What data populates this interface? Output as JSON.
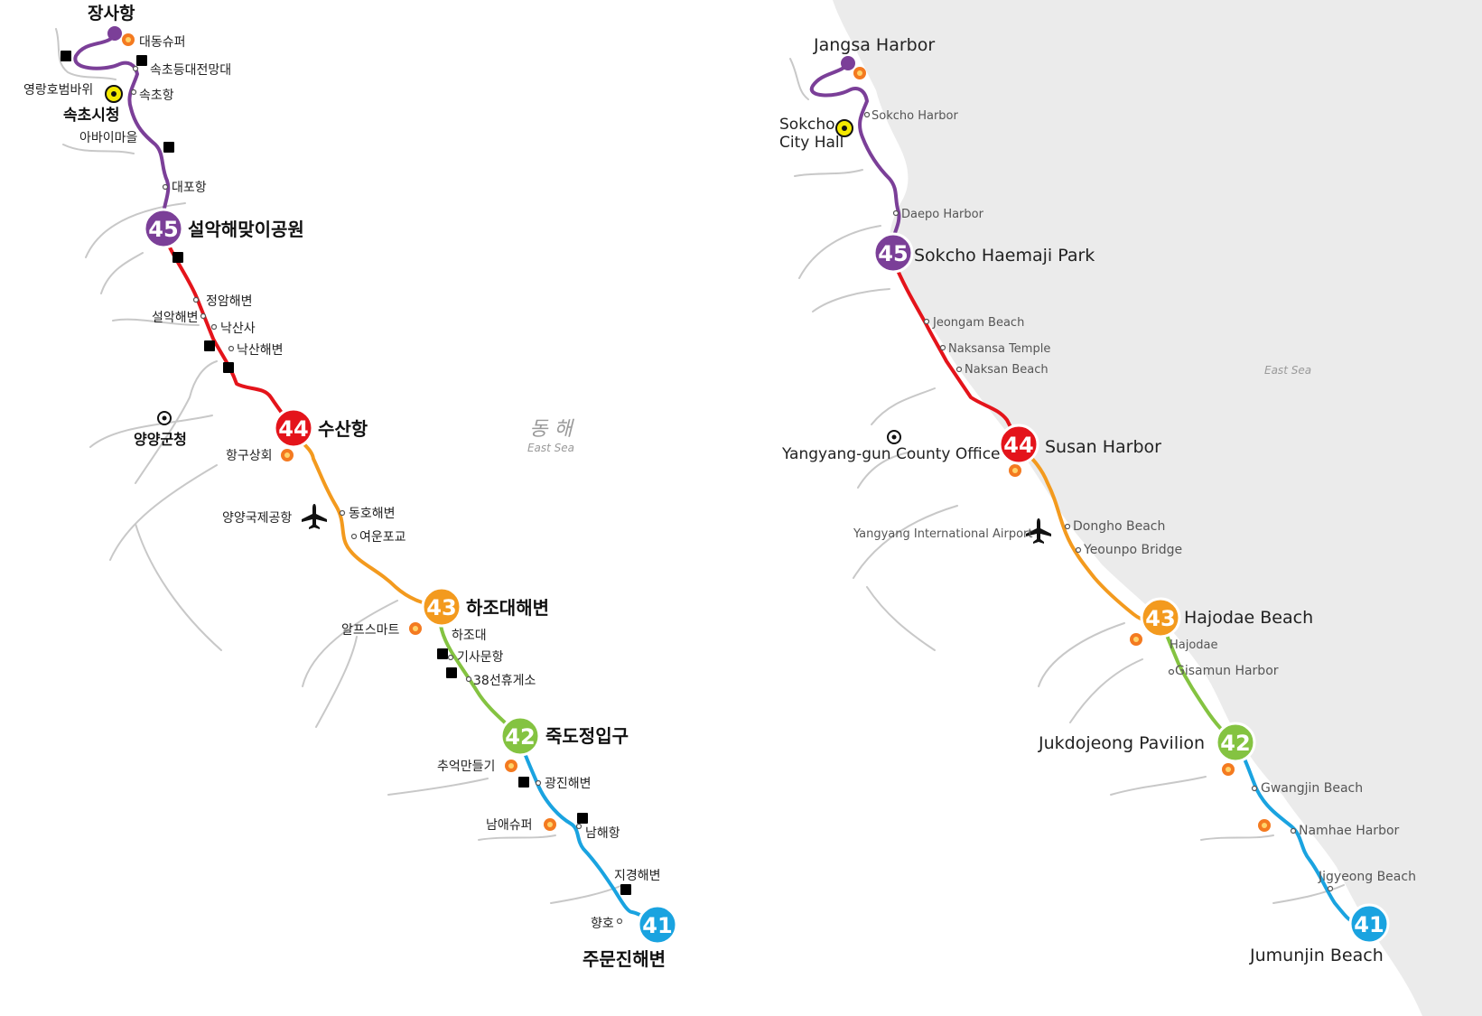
{
  "colors": {
    "purple": "#7b3f98",
    "red": "#e4141b",
    "orange": "#f39a1e",
    "green": "#84c341",
    "blue": "#1aa3e0",
    "sea": "#ebebeb",
    "terrain": "#c8c8c8",
    "shop": "#f47a20",
    "restroom": "#e0457f",
    "cityhall": "#f4e900"
  },
  "icons": [
    "airplane-icon",
    "shop-icon",
    "restroom-icon",
    "city-hall-icon",
    "county-office-icon",
    "poi-dot-icon"
  ],
  "korean": {
    "start": "장사항",
    "shop_daedong": "대동슈퍼",
    "sokcho_lighthouse": "속초등대전망대",
    "yeongnang_rock": "영랑호범바위",
    "sokcho_harbor": "속초항",
    "sokcho_cityhall": "속초시청",
    "abai_village": "아바이마을",
    "daepo_harbor": "대포항",
    "n45": "45",
    "seorak_park": "설악해맞이공원",
    "jeongam_beach": "정암해변",
    "seorak_beach": "설악해변",
    "naksansa": "낙산사",
    "naksan_beach": "낙산해변",
    "yangyang_county": "양양군청",
    "n44": "44",
    "susan_harbor": "수산항",
    "hanggu_store": "항구상회",
    "east_sea_ko": "동 해",
    "east_sea_en": "East Sea",
    "airport": "양양국제공항",
    "dongho_beach": "동호해변",
    "yeounpo": "여운포교",
    "n43": "43",
    "hajodae_beach": "하조대해변",
    "alps_mart": "알프스마트",
    "hajodae": "하조대",
    "gisamun": "기사문항",
    "rest38": "38선휴게소",
    "n42": "42",
    "jukdojeong": "죽도정입구",
    "memory_shop": "추억만들기",
    "gwangjin_beach": "광진해변",
    "namae_shop": "남애슈퍼",
    "namae_harbor": "남해항",
    "jigyeong_beach": "지경해변",
    "hyangho": "향호",
    "n41": "41",
    "jumunjin_beach": "주문진해변"
  },
  "english": {
    "start": "Jangsa Harbor",
    "sokcho_harbor": "Sokcho Harbor",
    "cityhall_line1": "Sokcho",
    "cityhall_line2": "City Hall",
    "daepo_harbor": "Daepo Harbor",
    "n45": "45",
    "haemaji_park": "Sokcho Haemaji Park",
    "jeongam_beach": "Jeongam Beach",
    "naksansa": "Naksansa Temple",
    "naksan_beach": "Naksan Beach",
    "east_sea": "East Sea",
    "yangyang_county": "Yangyang-gun County Office",
    "n44": "44",
    "susan_harbor": "Susan Harbor",
    "airport": "Yangyang International Airport",
    "dongho_beach": "Dongho Beach",
    "yeounpo": "Yeounpo Bridge",
    "n43": "43",
    "hajodae_beach": "Hajodae Beach",
    "hajodae": "Hajodae",
    "gisamun": "Gisamun Harbor",
    "n42": "42",
    "jukdojeong": "Jukdojeong Pavilion",
    "gwangjin_beach": "Gwangjin Beach",
    "namhae_harbor": "Namhae Harbor",
    "jigyeong_beach": "Jigyeong Beach",
    "n41": "41",
    "jumunjin_beach": "Jumunjin Beach"
  }
}
